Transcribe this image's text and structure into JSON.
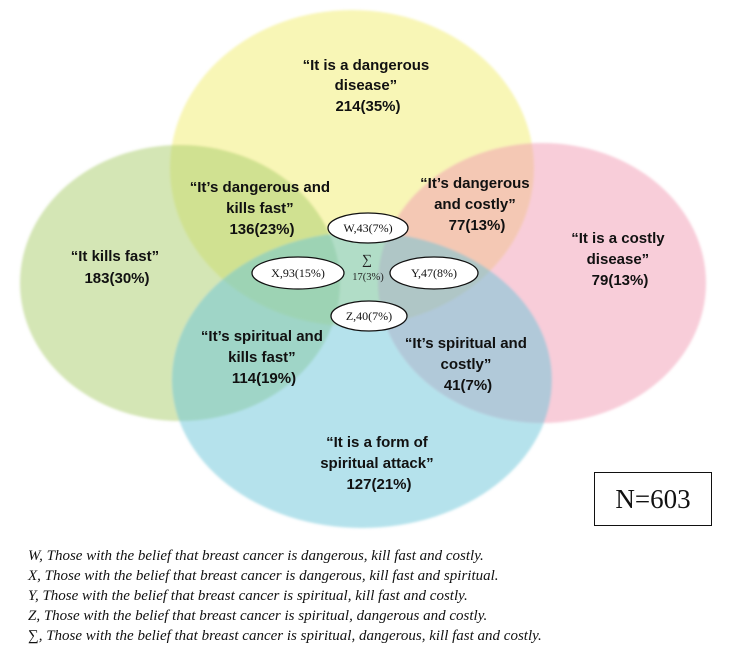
{
  "sets": [
    {
      "id": "dangerous",
      "name_lines": [
        "“It is a dangerous",
        "disease”"
      ],
      "count_label": "214(35%)",
      "color": "#f2ee6e"
    },
    {
      "id": "kills",
      "name_lines": [
        "“It kills fast”"
      ],
      "count_label": "183(30%)",
      "color": "#a9cd6c"
    },
    {
      "id": "costly",
      "name_lines": [
        "“It is a costly",
        "disease”"
      ],
      "count_label": "79(13%)",
      "color": "#f29bb3"
    },
    {
      "id": "spiritual",
      "name_lines": [
        "“It is a form of",
        "spiritual attack”"
      ],
      "count_label": "127(21%)",
      "color": "#6cc6d9"
    }
  ],
  "pairs": [
    {
      "id": "dangerous-kills",
      "name_lines": [
        "“It’s dangerous and",
        "kills fast”"
      ],
      "count_label": "136(23%)"
    },
    {
      "id": "dangerous-costly",
      "name_lines": [
        "“It’s dangerous",
        "and costly”"
      ],
      "count_label": "77(13%)"
    },
    {
      "id": "spiritual-kills",
      "name_lines": [
        "“It’s spiritual and",
        "kills fast”"
      ],
      "count_label": "114(19%)"
    },
    {
      "id": "spiritual-costly",
      "name_lines": [
        "“It’s spiritual and",
        "costly”"
      ],
      "count_label": "41(7%)"
    }
  ],
  "triples": [
    {
      "id": "W",
      "label": "W,43(7%)"
    },
    {
      "id": "X",
      "label": "X,93(15%)"
    },
    {
      "id": "Y",
      "label": "Y,47(8%)"
    },
    {
      "id": "Z",
      "label": "Z,40(7%)"
    }
  ],
  "center": {
    "symbol": "∑",
    "label": "17(3%)"
  },
  "total": "N=603",
  "legend": [
    "W, Those with the belief that breast cancer is dangerous, kill fast and costly.",
    "X, Those with the belief that breast cancer is dangerous, kill fast and spiritual.",
    "Y, Those with the belief that breast cancer is spiritual, kill fast and costly.",
    "Z, Those with the belief that breast cancer is spiritual, dangerous and costly.",
    "∑, Those with the belief that breast cancer is spiritual, dangerous, kill fast and costly."
  ]
}
